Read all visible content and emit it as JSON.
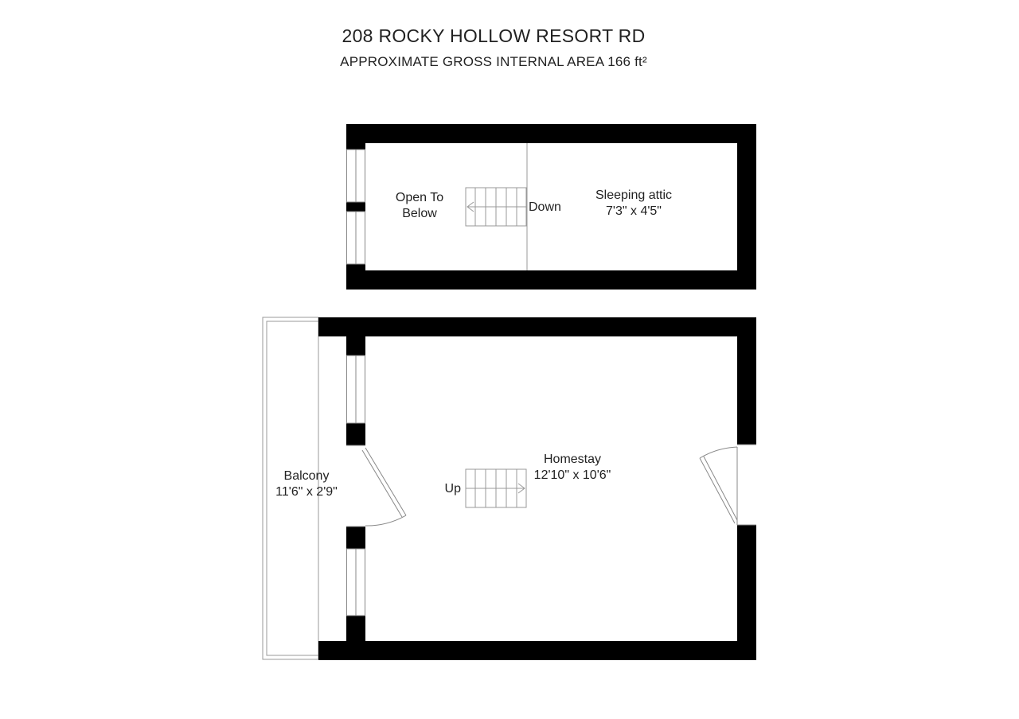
{
  "header": {
    "address": "208 ROCKY HOLLOW RESORT RD",
    "area": "APPROXIMATE GROSS INTERNAL AREA 166 ft²"
  },
  "upper_floor": {
    "open_to_below": [
      "Open To",
      "Below"
    ],
    "down_label": "Down",
    "room_name": "Sleeping attic",
    "room_size": "7'3\" x 4'5\""
  },
  "lower_floor": {
    "balcony_name": "Balcony",
    "balcony_size": "11'6\" x 2'9\"",
    "up_label": "Up",
    "room_name": "Homestay",
    "room_size": "12'10\" x 10'6\""
  },
  "colors": {
    "wall": "#000000",
    "thin_line": "#888888"
  }
}
